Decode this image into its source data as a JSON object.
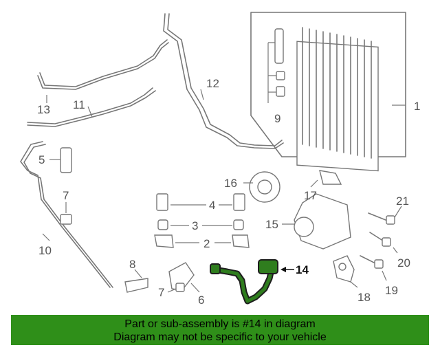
{
  "callouts": {
    "c1": "1",
    "c2": "2",
    "c3": "3",
    "c4": "4",
    "c5": "5",
    "c6": "6",
    "c7a": "7",
    "c7b": "7",
    "c8": "8",
    "c9": "9",
    "c10": "10",
    "c11": "11",
    "c12": "12",
    "c13": "13",
    "c14": "14",
    "c15": "15",
    "c16": "16",
    "c17": "17",
    "c18": "18",
    "c19": "19",
    "c20": "20",
    "c21": "21"
  },
  "banner": {
    "line1": "Part or sub-assembly is #14 in diagram",
    "line2": "Diagram may not be specific to your vehicle"
  },
  "colors": {
    "highlight": "#2f7d1e",
    "banner": "#2f8f19",
    "lines": "#777777"
  }
}
